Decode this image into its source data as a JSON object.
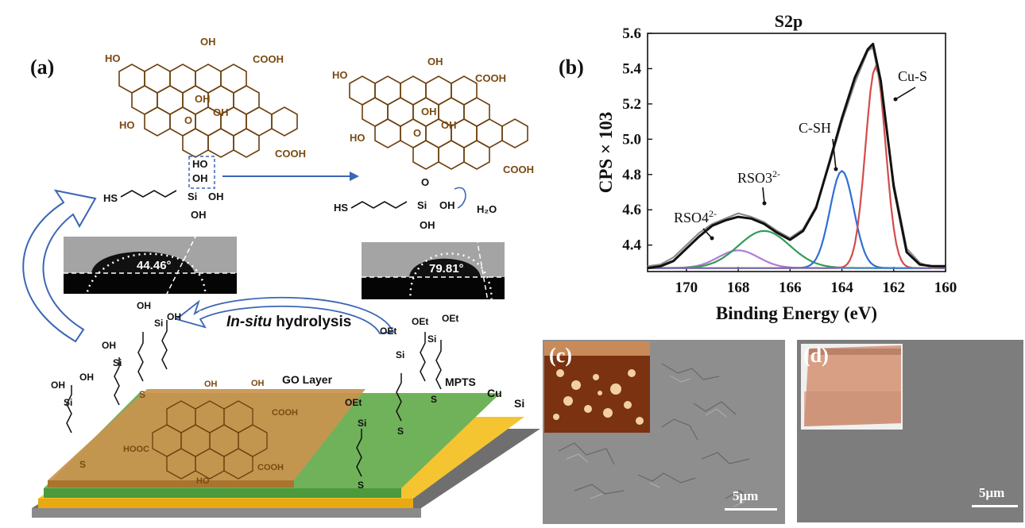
{
  "figure": {
    "panel_a": {
      "label": "(a)",
      "contact_angle_left": "44.46°",
      "contact_angle_right": "79.81°",
      "hydrolysis_italic": "In-situ",
      "hydrolysis_rest": " hydrolysis",
      "layer_go": "GO Layer",
      "layer_mpts": "MPTS",
      "layer_cu": "Cu",
      "layer_si": "Si",
      "water": "H₂O",
      "go_groups": {
        "ho": "HO",
        "oh": "OH",
        "cooh": "COOH",
        "hooc": "HOOC",
        "o": "O"
      },
      "silane": {
        "hs": "HS",
        "si": "Si",
        "oh": "OH",
        "o": "O",
        "oet": "OEt",
        "s": "S"
      }
    },
    "panel_b": {
      "label": "(b)",
      "title": "S2p",
      "xlabel": "Binding Energy (eV)",
      "ylabel": "CPS × 103",
      "peak_labels": [
        "RSO4",
        "RSO3",
        "C-SH",
        "Cu-S"
      ],
      "peak_sups": [
        "2-",
        "2-"
      ]
    },
    "panel_c": {
      "label": "(c)",
      "scale": "5μm"
    },
    "panel_d": {
      "label": "(d)",
      "scale": "5μm"
    }
  },
  "chart_data": {
    "type": "line",
    "title": "S2p",
    "xlabel": "Binding Energy (eV)",
    "ylabel": "CPS × 103",
    "xlim": [
      171.5,
      160
    ],
    "ylim": [
      4.25,
      5.6
    ],
    "x_reversed": true,
    "x_ticks": [
      170,
      168,
      166,
      164,
      162,
      160
    ],
    "y_ticks": [
      4.4,
      4.6,
      4.8,
      5.0,
      5.2,
      5.4,
      5.6
    ],
    "x": [
      171.5,
      171.0,
      170.5,
      170.0,
      169.5,
      169.0,
      168.5,
      168.0,
      167.5,
      167.0,
      166.5,
      166.0,
      165.5,
      165.0,
      164.5,
      164.0,
      163.5,
      163.0,
      162.8,
      162.5,
      162.0,
      161.5,
      161.0,
      160.5,
      160.0
    ],
    "series": [
      {
        "name": "raw",
        "color": "#8c8c8c",
        "values": [
          4.28,
          4.29,
          4.33,
          4.4,
          4.47,
          4.52,
          4.55,
          4.58,
          4.56,
          4.53,
          4.48,
          4.44,
          4.49,
          4.62,
          4.85,
          5.1,
          5.32,
          5.5,
          5.52,
          5.3,
          4.75,
          4.38,
          4.3,
          4.27,
          4.28
        ]
      },
      {
        "name": "fit",
        "color": "#111111",
        "values": [
          4.27,
          4.28,
          4.31,
          4.38,
          4.45,
          4.51,
          4.54,
          4.56,
          4.55,
          4.52,
          4.47,
          4.43,
          4.48,
          4.61,
          4.86,
          5.12,
          5.35,
          5.51,
          5.54,
          5.33,
          4.73,
          4.36,
          4.29,
          4.28,
          4.28
        ]
      },
      {
        "name": "RSO4",
        "color": "#b07cd6",
        "center": 168.0,
        "amplitude": 0.1,
        "width": 1.1
      },
      {
        "name": "RSO3",
        "color": "#2f9e5a",
        "center": 167.0,
        "amplitude": 0.21,
        "width": 1.4
      },
      {
        "name": "C-SH",
        "color": "#2f6fd6",
        "center": 164.0,
        "amplitude": 0.55,
        "width": 0.65
      },
      {
        "name": "Cu-S",
        "color": "#d64a4a",
        "center": 162.7,
        "amplitude": 1.14,
        "width": 0.55
      }
    ],
    "baseline": 4.27
  }
}
